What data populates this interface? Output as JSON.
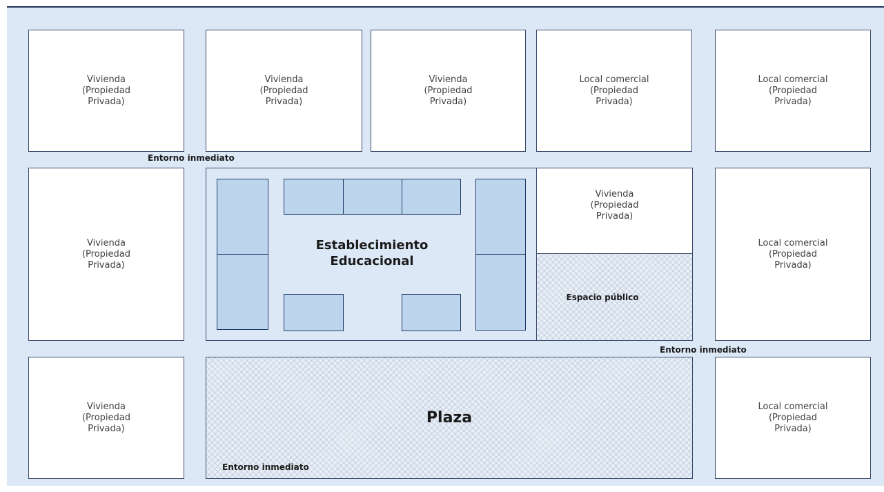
{
  "blocks": {
    "r1c1": "Vivienda\n(Propiedad\nPrivada)",
    "r1c2": "Vivienda\n(Propiedad\nPrivada)",
    "r1c3": "Vivienda\n(Propiedad\nPrivada)",
    "r1c4": "Local comercial\n(Propiedad\nPrivada)",
    "r1c5": "Local comercial\n(Propiedad\nPrivada)",
    "r2c1": "Vivienda\n(Propiedad\nPrivada)",
    "r2c4": "Vivienda\n(Propiedad\nPrivada)",
    "r2c5": "Local comercial\n(Propiedad\nPrivada)",
    "r3c1": "Vivienda\n(Propiedad\nPrivada)",
    "r3c5": "Local comercial\n(Propiedad\nPrivada)"
  },
  "school": {
    "title": "Establecimiento\nEducacional"
  },
  "espacio_publico": "Espacio público",
  "plaza": "Plaza",
  "entorno": {
    "top": "Entorno inmediato",
    "right": "Entorno inmediato",
    "bottom": "Entorno inmediato"
  },
  "colors": {
    "background": "#dce8f5",
    "room_fill": "#bcd5ed",
    "border": "#3b4a6b"
  }
}
